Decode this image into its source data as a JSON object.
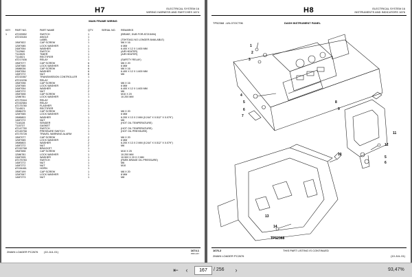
{
  "left": {
    "code": "H7",
    "header_line1": "ELECTRICAL SYSTEM   16",
    "header_line2": "WIRING HARNESS AND SWITCHES   1674",
    "section_title": "MAIN FRAME WIRING",
    "columns": [
      "KEY",
      "PART NO.",
      "PART NAME",
      "QTY.",
      "SERIAL NO.",
      "REMARKS"
    ],
    "rows": [
      [
        "1",
        "AT153552",
        "SWITCH",
        "1",
        "",
        "(BRAKE, DUB FOR AT215494)"
      ],
      [
        "",
        "AT215184",
        "ANGLE",
        "1",
        "",
        ""
      ],
      [
        "",
        "",
        "LABEL",
        "1",
        "",
        "(T0HT0411 NO LONGER AVAILABLE)"
      ],
      [
        "",
        "19M7822",
        "CAP SCREW",
        "1",
        "",
        "M6 X 16"
      ],
      [
        "",
        "12M7085",
        "LOCK WASHER",
        "1",
        "",
        "6 MM"
      ],
      [
        "",
        "24M7054",
        "WASHER",
        "1",
        "",
        "6.400 X 12 X 1.600 MM"
      ],
      [
        "",
        "T112960",
        "SWITCH",
        "1",
        "",
        "(AIR HEATER)"
      ],
      [
        "",
        "T113925",
        "TIMER",
        "1",
        "",
        "(AIR HEATER)"
      ],
      [
        "",
        "T114521",
        "RECTIFIER",
        "1",
        "",
        ""
      ],
      [
        "",
        "AT217636",
        "RELAY",
        "1",
        "",
        "(SAFETY RELAY)"
      ],
      [
        "",
        "19M7077",
        "CAP SCREW",
        "6",
        "",
        "M6 X 20"
      ],
      [
        "",
        "12M7065",
        "LOCK WASHER",
        "6",
        "",
        "6 MM"
      ],
      [
        "",
        "19M8036",
        "CAP SCREW",
        "6",
        "",
        "M6 X 16"
      ],
      [
        "",
        "24M7054",
        "WASHER",
        "6",
        "",
        "6.400 X 12 X 1.600 MM"
      ],
      [
        "",
        "14M7272",
        "NUT",
        "6",
        "",
        "M6"
      ],
      [
        "",
        "AT215367",
        "TRANSMISSION CONTROLLER",
        "1",
        "",
        ""
      ],
      [
        "",
        "AT219236",
        "RELAY",
        "1",
        "",
        ""
      ],
      [
        "",
        "19M7098",
        "CAP SCREW",
        "2",
        "",
        "M6 X 16"
      ],
      [
        "",
        "12M7065",
        "LOCK WASHER",
        "2",
        "",
        "6 MM"
      ],
      [
        "",
        "24M7054",
        "WASHER",
        "2",
        "",
        "6.400 X 12 X 1.600 MM"
      ],
      [
        "",
        "14M7272",
        "NUT",
        "2",
        "",
        "M6"
      ],
      [
        "",
        "19M7698",
        "CAP SCREW",
        "1",
        "",
        "M10 X 20"
      ],
      [
        "",
        "12M6781",
        "LOCK WASHER",
        "1",
        "",
        "10.200 MM"
      ],
      [
        "",
        "AT175344",
        "RELAY",
        "1",
        "",
        ""
      ],
      [
        "",
        "AT152584",
        "RELAY",
        "1",
        "",
        ""
      ],
      [
        "",
        "AT175780",
        "FLASHER",
        "1",
        "",
        ""
      ],
      [
        "",
        "T114521",
        "RECTIFIER",
        "1",
        "",
        ""
      ],
      [
        "",
        "19M8475",
        "CAP SCREW",
        "1",
        "",
        "M6 X 20"
      ],
      [
        "",
        "12M7065",
        "LOCK WASHER",
        "1",
        "",
        "6 MM"
      ],
      [
        "",
        "19M5803",
        "WASHER",
        "1",
        "",
        "6.200 X 13 X 2 MM (0.244\" X 0.512\" X 0.079\")"
      ],
      [
        "",
        "14M7272",
        "NUT",
        "1",
        "",
        "M6"
      ],
      [
        "",
        "T118128",
        "SENDER",
        "1",
        "",
        "(HOT OIL TEMPERATURE)"
      ],
      [
        "",
        "T115737",
        "GASKET",
        "1",
        "",
        ""
      ],
      [
        "",
        "AT147750",
        "SWITCH",
        "1",
        "",
        "(HOT OIL TEMPERATURE)"
      ],
      [
        "",
        "AT145758",
        "PRESSURE SWITCH",
        "1",
        "",
        "(HOT OIL PRESSURE)"
      ],
      [
        "",
        "AT175728",
        "TRAVEL WARNING ALARM",
        "1",
        "",
        ""
      ],
      [
        "",
        "19M7077",
        "CAP SCREW",
        "2",
        "",
        "M6 X 20"
      ],
      [
        "",
        "12M7065",
        "LOCK WASHER",
        "2",
        "",
        "6 MM"
      ],
      [
        "",
        "19M5803",
        "WASHER",
        "2",
        "",
        "6.200 X 13 X 2 MM (0.244\" X 0.512\" X 0.079\")"
      ],
      [
        "",
        "14M7272",
        "NUT",
        "2",
        "",
        "M6"
      ],
      [
        "",
        "AT152768",
        "BRACKET",
        "1",
        "",
        ""
      ],
      [
        "",
        "19M7698",
        "CAP SCREW",
        "1",
        "",
        "M10 X 25"
      ],
      [
        "",
        "12M6781",
        "LOCK WASHER",
        "1",
        "",
        "10.200 MM"
      ],
      [
        "",
        "24M7005",
        "WASHER",
        "1",
        "",
        "10.500 X 20 X 2 MM"
      ],
      [
        "",
        "AT175783",
        "SWITCH",
        "1",
        "",
        "(PARK BRAKE OIL PRESSURE)"
      ],
      [
        "",
        "14M7272",
        "NUT",
        "1",
        "",
        "M6"
      ],
      [
        "",
        "14M7272",
        "NUT",
        "1",
        "",
        "M10"
      ],
      [
        "",
        "AT154461",
        "HORN",
        "1",
        "",
        ""
      ],
      [
        "",
        "19M7199",
        "CAP SCREW",
        "1",
        "",
        "M8 X 20"
      ],
      [
        "",
        "12M7067",
        "LOCK WASHER",
        "1",
        "",
        "8 MM"
      ],
      [
        "",
        "14M7273",
        "NUT",
        "1",
        "",
        "M8"
      ]
    ],
    "footer_left": "2MAIN LOADER   PC2676",
    "footer_date": "(10.JUL.01)",
    "footer_right": "1674.1",
    "footer_right2": "PRV-167"
  },
  "right": {
    "code": "H8",
    "header_line1": "ELECTRICAL SYSTEM   16",
    "header_line2": "INSTRUMENTS AND INDICATORS   1676",
    "figure_id_top": "TP52368",
    "figure_code": "-UN-07OCT96",
    "section_title": "DASH INSTRUMENT PANEL",
    "figure_id_bottom": "TP52368",
    "callouts": [
      "14",
      "13",
      "1",
      "2",
      "3",
      "4",
      "5",
      "6",
      "7",
      "8",
      "9",
      "10",
      "11",
      "12",
      "5",
      "6"
    ],
    "footer_left": "1676.2",
    "footer_center": "THIS PART LISTING IS CONTINUED",
    "footer_model": "2MAIN LOADER   PC2676",
    "footer_date": "(10.JUL.01)"
  },
  "toolbar": {
    "prev_icon": "chevron-left-icon",
    "page_current": "167",
    "page_total": "/ 256",
    "zoom": "93,47%",
    "first_icon": "first-page-icon",
    "next_icon": "chevron-right-icon"
  }
}
